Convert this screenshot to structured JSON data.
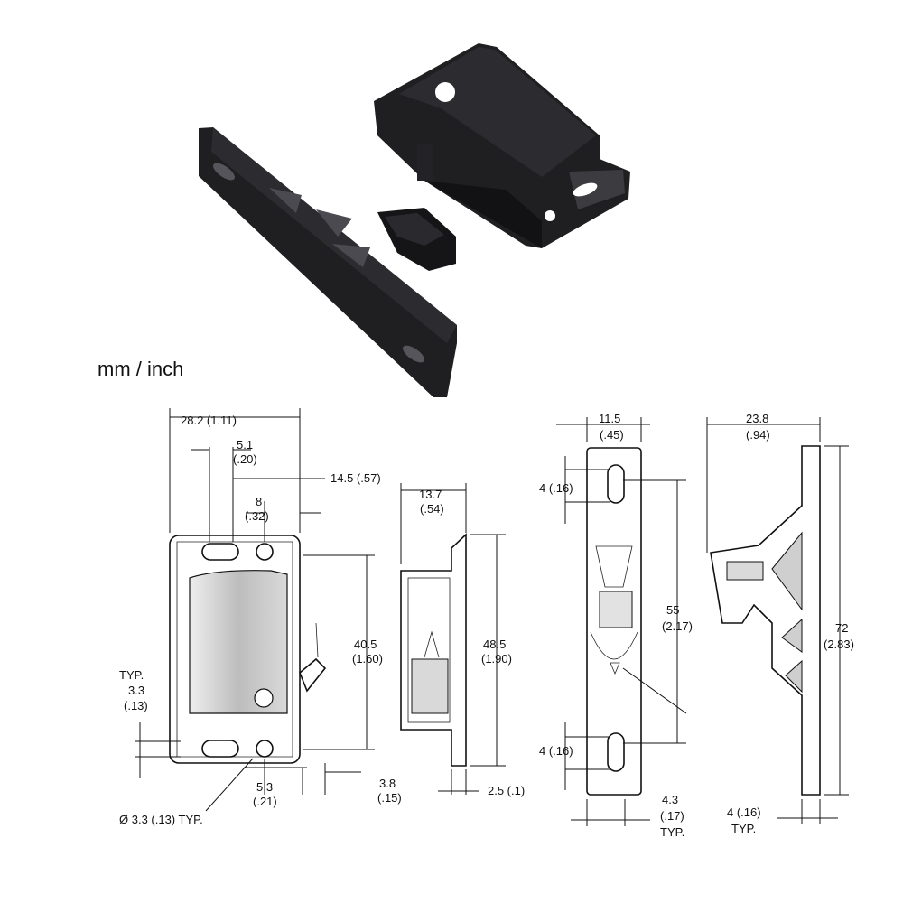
{
  "units_label": "mm / inch",
  "colors": {
    "plastic": "#1f1f22",
    "line": "#111111",
    "metal": "#c9c9c9"
  },
  "views": {
    "catch_front": {
      "width": "28.2 (1.11)",
      "slot_offset_a": "5.1",
      "slot_offset_b": "(.20)",
      "slot_span": "14.5 (.57)",
      "hole_gap_a": "8",
      "hole_gap_b": "(.32)",
      "height_a": "40.5",
      "height_b": "(1.60)",
      "typ_label": "TYP.",
      "edge_a": "3.3",
      "edge_b": "(.13)",
      "bottom_a": "5.3",
      "bottom_b": "(.21)",
      "bottom_right_a": "3.8",
      "bottom_right_b": "(.15)",
      "hole_dia": "Ø 3.3 (.13) TYP."
    },
    "catch_side": {
      "depth_a": "13.7",
      "depth_b": "(.54)",
      "height_a": "48.5",
      "height_b": "(1.90)",
      "base": "2.5 (.1)"
    },
    "strike_front": {
      "width_a": "11.5",
      "width_b": "(.45)",
      "slot_top": "4 (.16)",
      "slot_bottom": "4 (.16)",
      "span_a": "55",
      "span_b": "(2.17)",
      "base_a": "4.3",
      "base_b": "(.17)",
      "base_c": "TYP."
    },
    "strike_side": {
      "depth_a": "23.8",
      "depth_b": "(.94)",
      "height_a": "72",
      "height_b": "(2.83)",
      "thick_a": "4 (.16)",
      "thick_b": "TYP."
    }
  }
}
